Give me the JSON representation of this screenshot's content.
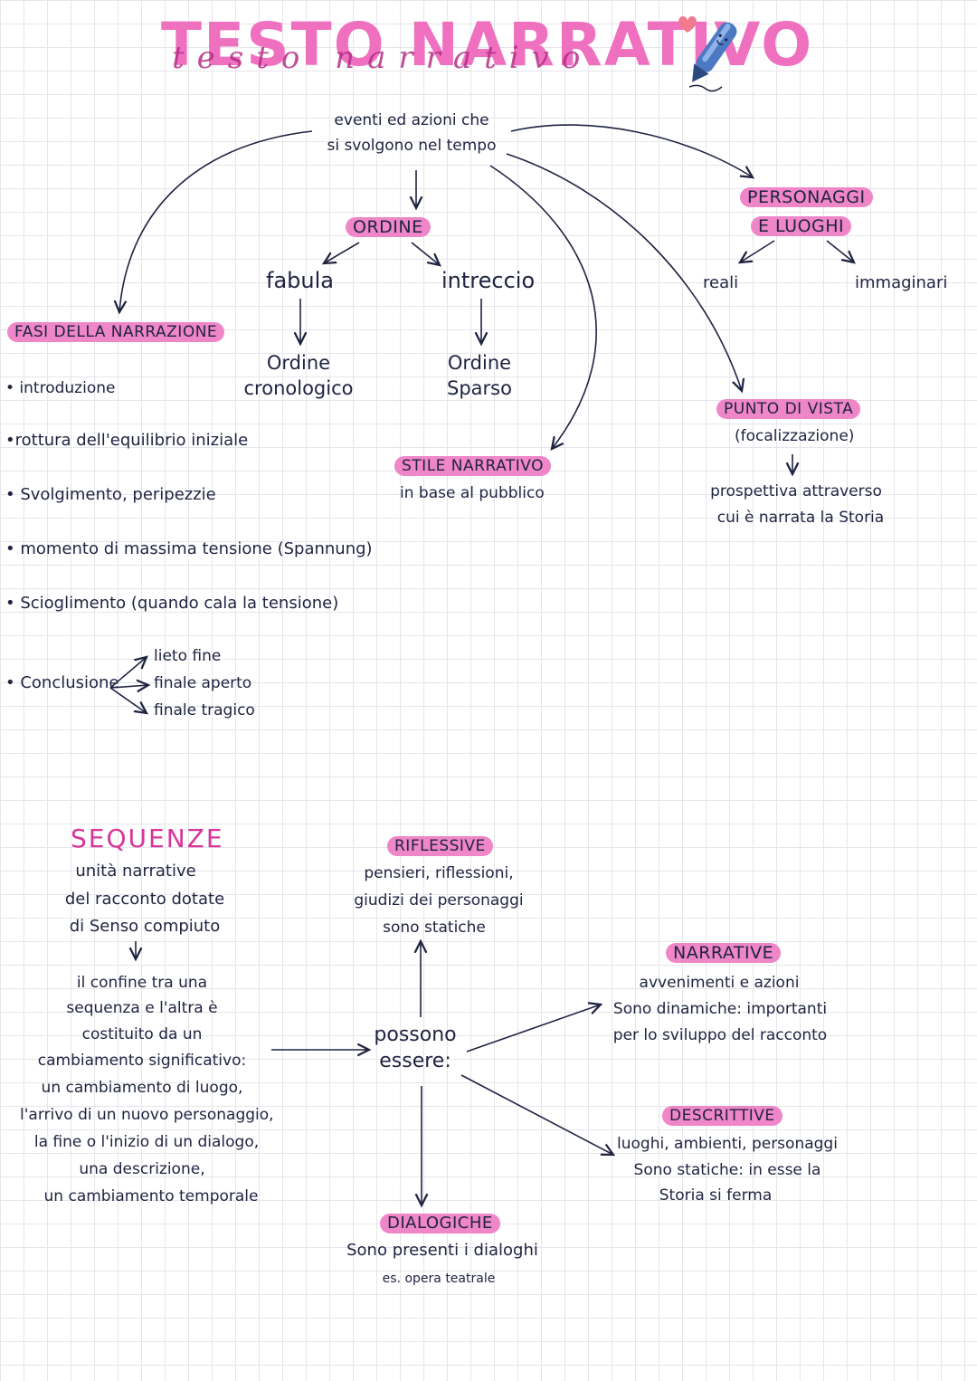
{
  "title": "TESTO NARRATIVO",
  "title_handwritten": "testo narrativo",
  "definition": [
    "eventi ed azioni che",
    "si svolgono nel tempo"
  ],
  "ordine": {
    "label": "ORDINE",
    "fabula": "fabula",
    "fabula_desc": [
      "Ordine",
      "cronologico"
    ],
    "intreccio": "intreccio",
    "intreccio_desc": [
      "Ordine",
      "Sparso"
    ]
  },
  "personaggi": {
    "label": [
      "PERSONAGGI",
      "E LUOGHI"
    ],
    "reali": "reali",
    "immaginari": "immaginari"
  },
  "fasi": {
    "label": "FASI DELLA NARRAZIONE",
    "items": [
      "• introduzione",
      "•rottura dell'equilibrio iniziale",
      "• Svolgimento, peripezzie",
      "• momento di massima tensione (Spannung)",
      "• Scioglimento (quando cala la tensione)",
      "• Conclusione"
    ],
    "conclusione_options": [
      "lieto fine",
      "finale aperto",
      "finale tragico"
    ]
  },
  "stile": {
    "label": "STILE NARRATIVO",
    "desc": "in base al pubblico"
  },
  "punto_di_vista": {
    "label": "PUNTO DI VISTA",
    "sub": "(focalizzazione)",
    "desc": [
      "prospettiva attraverso",
      "cui è narrata la Storia"
    ]
  },
  "sequenze": {
    "title": "SEQUENZE",
    "desc": [
      "unità narrative",
      "del racconto dotate",
      "di Senso compiuto"
    ],
    "confine": [
      "il confine tra una",
      "sequenza e l'altra è",
      "costituito da un",
      "cambiamento significativo:",
      "un cambiamento di luogo,",
      "l'arrivo di un nuovo personaggio,",
      "la fine o l'inizio di un dialogo,",
      "una descrizione,",
      "un cambiamento temporale"
    ],
    "center": [
      "possono",
      "essere:"
    ],
    "riflessive": {
      "label": "RIFLESSIVE",
      "desc": [
        "pensieri, riflessioni,",
        "giudizi dei personaggi",
        "sono statiche"
      ]
    },
    "narrative": {
      "label": "NARRATIVE",
      "desc": [
        "avvenimenti e azioni",
        "Sono dinamiche: importanti",
        "per lo sviluppo del racconto"
      ]
    },
    "descrittive": {
      "label": "DESCRITTIVE",
      "desc": [
        "luoghi, ambienti, personaggi",
        "Sono statiche: in esse la",
        "Storia si ferma"
      ]
    },
    "dialogiche": {
      "label": "DIALOGICHE",
      "desc": "Sono presenti i dialoghi",
      "example": "es. opera teatrale"
    }
  },
  "colors": {
    "highlight": "#ee86c8",
    "title": "#f070c0",
    "ink": "#1e2340",
    "accent": "#d8359a"
  }
}
